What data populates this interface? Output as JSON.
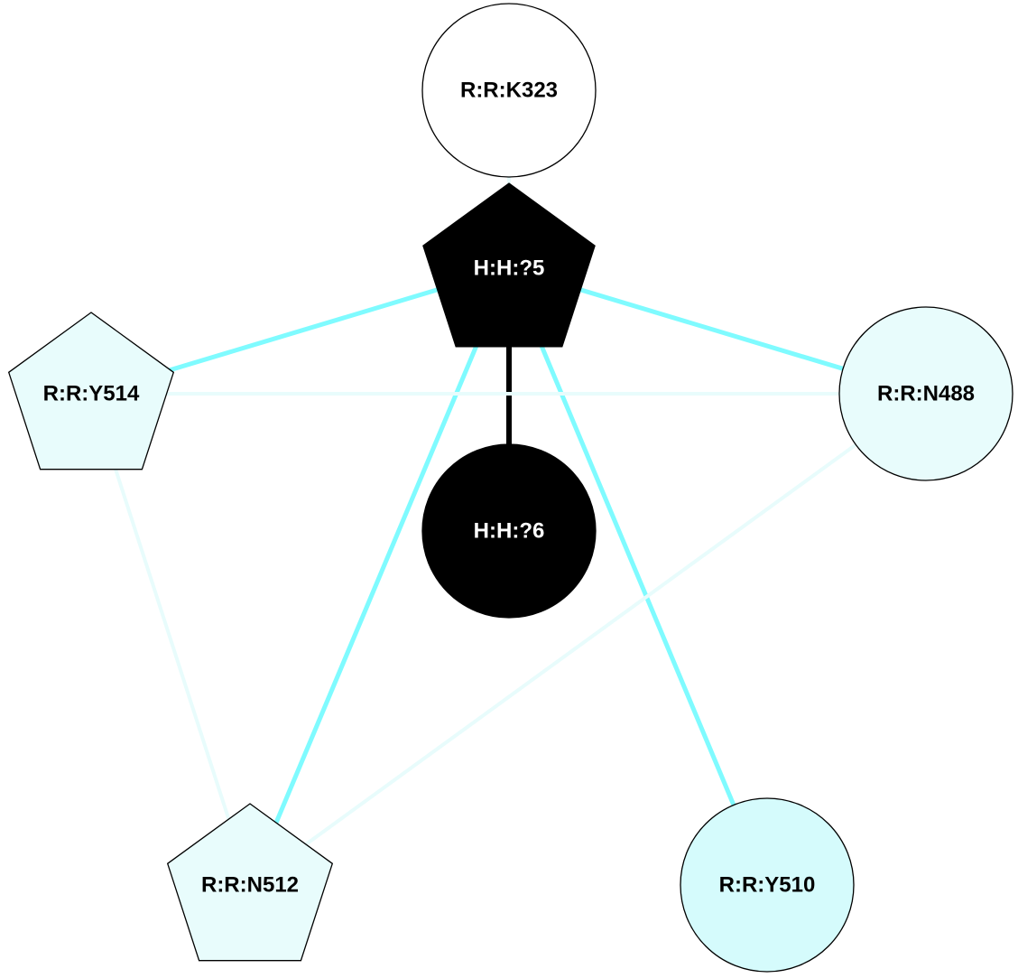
{
  "colors": {
    "background": "#ffffff",
    "outline": "#000000",
    "strong_edge": "#7ffbff",
    "faint_edge": "#e8fcfc",
    "black_edge": "#000000"
  },
  "nodes": {
    "k323": {
      "label": "R:R:K323",
      "shape": "circle",
      "fill": "#ffffff",
      "text_color": "#000000"
    },
    "h5": {
      "label": "H:H:?5",
      "shape": "pentagon",
      "fill": "#000000",
      "text_color": "#ffffff"
    },
    "y514": {
      "label": "R:R:Y514",
      "shape": "pentagon",
      "fill": "#e8fcfc",
      "text_color": "#000000"
    },
    "n488": {
      "label": "R:R:N488",
      "shape": "circle",
      "fill": "#e8fcfc",
      "text_color": "#000000"
    },
    "h6": {
      "label": "H:H:?6",
      "shape": "circle",
      "fill": "#000000",
      "text_color": "#ffffff"
    },
    "n512": {
      "label": "R:R:N512",
      "shape": "pentagon",
      "fill": "#e8fcfc",
      "text_color": "#000000"
    },
    "y510": {
      "label": "R:R:Y510",
      "shape": "circle",
      "fill": "#d5fbfc",
      "text_color": "#000000"
    }
  },
  "edges": [
    {
      "from": "h5",
      "to": "k323",
      "style": "faint"
    },
    {
      "from": "h5",
      "to": "y514",
      "style": "strong"
    },
    {
      "from": "h5",
      "to": "n488",
      "style": "strong"
    },
    {
      "from": "h5",
      "to": "n512",
      "style": "strong"
    },
    {
      "from": "h5",
      "to": "y510",
      "style": "strong"
    },
    {
      "from": "h5",
      "to": "h6",
      "style": "black"
    },
    {
      "from": "y514",
      "to": "n488",
      "style": "faint"
    },
    {
      "from": "y514",
      "to": "n512",
      "style": "faint"
    },
    {
      "from": "n488",
      "to": "n512",
      "style": "faint"
    }
  ]
}
